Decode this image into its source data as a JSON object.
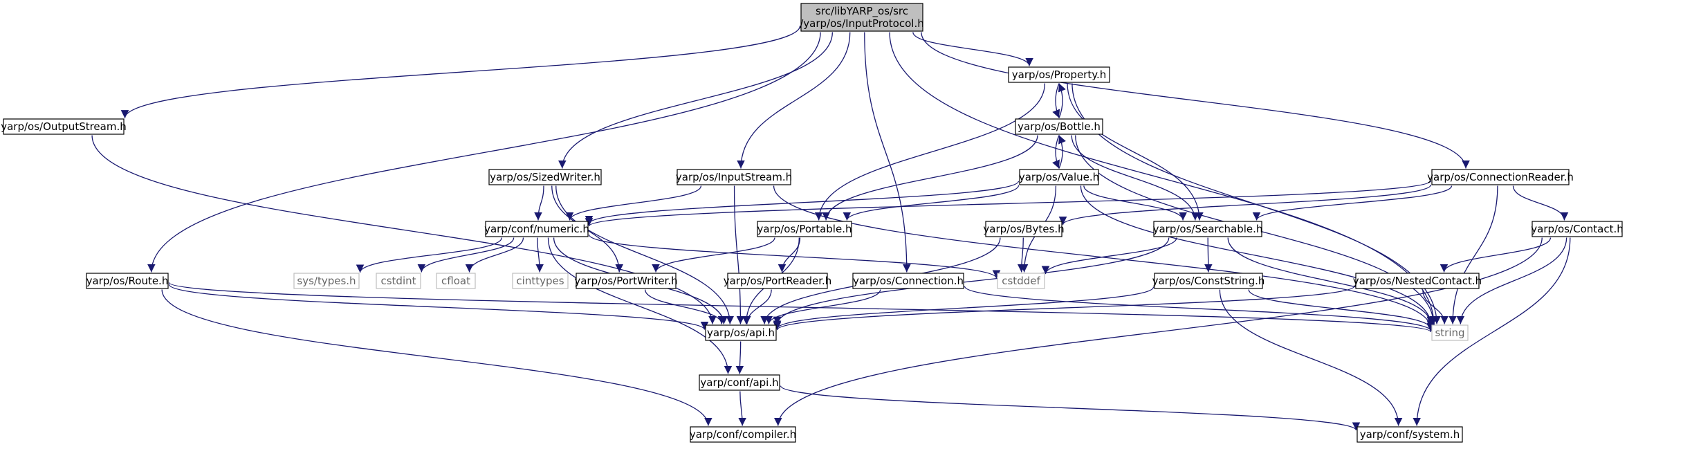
{
  "colors": {
    "edge": "#191970",
    "box_border": "#000000",
    "box_fill": "#ffffff",
    "root_fill": "#bfbfbf",
    "system_border": "#bfbfbf",
    "system_text": "#666666",
    "text": "#000000"
  },
  "nodes": [
    {
      "id": "root",
      "lines": [
        "src/libYARP_os/src",
        "/yarp/os/InputProtocol.h"
      ],
      "kind": "root"
    },
    {
      "id": "property",
      "lines": [
        "yarp/os/Property.h"
      ],
      "kind": "header"
    },
    {
      "id": "bottle",
      "lines": [
        "yarp/os/Bottle.h"
      ],
      "kind": "header"
    },
    {
      "id": "value",
      "lines": [
        "yarp/os/Value.h"
      ],
      "kind": "header"
    },
    {
      "id": "outputstream",
      "lines": [
        "yarp/os/OutputStream.h"
      ],
      "kind": "header"
    },
    {
      "id": "sizedwriter",
      "lines": [
        "yarp/os/SizedWriter.h"
      ],
      "kind": "header"
    },
    {
      "id": "inputstream",
      "lines": [
        "yarp/os/InputStream.h"
      ],
      "kind": "header"
    },
    {
      "id": "connectionreader",
      "lines": [
        "yarp/os/ConnectionReader.h"
      ],
      "kind": "header"
    },
    {
      "id": "numeric",
      "lines": [
        "yarp/conf/numeric.h"
      ],
      "kind": "header"
    },
    {
      "id": "portable",
      "lines": [
        "yarp/os/Portable.h"
      ],
      "kind": "header"
    },
    {
      "id": "bytes",
      "lines": [
        "yarp/os/Bytes.h"
      ],
      "kind": "header"
    },
    {
      "id": "searchable",
      "lines": [
        "yarp/os/Searchable.h"
      ],
      "kind": "header"
    },
    {
      "id": "contact",
      "lines": [
        "yarp/os/Contact.h"
      ],
      "kind": "header"
    },
    {
      "id": "route",
      "lines": [
        "yarp/os/Route.h"
      ],
      "kind": "header"
    },
    {
      "id": "systypes",
      "lines": [
        "sys/types.h"
      ],
      "kind": "system"
    },
    {
      "id": "cstdint",
      "lines": [
        "cstdint"
      ],
      "kind": "system"
    },
    {
      "id": "cfloat",
      "lines": [
        "cfloat"
      ],
      "kind": "system"
    },
    {
      "id": "cinttypes",
      "lines": [
        "cinttypes"
      ],
      "kind": "system"
    },
    {
      "id": "portwriter",
      "lines": [
        "yarp/os/PortWriter.h"
      ],
      "kind": "header"
    },
    {
      "id": "portreader",
      "lines": [
        "yarp/os/PortReader.h"
      ],
      "kind": "header"
    },
    {
      "id": "connection",
      "lines": [
        "yarp/os/Connection.h"
      ],
      "kind": "header"
    },
    {
      "id": "cstddef",
      "lines": [
        "cstddef"
      ],
      "kind": "system"
    },
    {
      "id": "conststring",
      "lines": [
        "yarp/os/ConstString.h"
      ],
      "kind": "header"
    },
    {
      "id": "nestedcontact",
      "lines": [
        "yarp/os/NestedContact.h"
      ],
      "kind": "header"
    },
    {
      "id": "osapi",
      "lines": [
        "yarp/os/api.h"
      ],
      "kind": "header"
    },
    {
      "id": "string",
      "lines": [
        "string"
      ],
      "kind": "system"
    },
    {
      "id": "confapi",
      "lines": [
        "yarp/conf/api.h"
      ],
      "kind": "header"
    },
    {
      "id": "compiler",
      "lines": [
        "yarp/conf/compiler.h"
      ],
      "kind": "header"
    },
    {
      "id": "system",
      "lines": [
        "yarp/conf/system.h"
      ],
      "kind": "header"
    }
  ],
  "edges": [
    [
      "root",
      "property"
    ],
    [
      "root",
      "outputstream"
    ],
    [
      "root",
      "sizedwriter"
    ],
    [
      "root",
      "inputstream"
    ],
    [
      "root",
      "connectionreader"
    ],
    [
      "root",
      "route"
    ],
    [
      "root",
      "connection"
    ],
    [
      "root",
      "string"
    ],
    [
      "property",
      "bottle"
    ],
    [
      "bottle",
      "property"
    ],
    [
      "property",
      "portable"
    ],
    [
      "property",
      "searchable"
    ],
    [
      "property",
      "string"
    ],
    [
      "bottle",
      "value"
    ],
    [
      "value",
      "bottle"
    ],
    [
      "bottle",
      "portable"
    ],
    [
      "bottle",
      "searchable"
    ],
    [
      "bottle",
      "string"
    ],
    [
      "value",
      "numeric"
    ],
    [
      "value",
      "portable"
    ],
    [
      "value",
      "searchable"
    ],
    [
      "value",
      "cstddef"
    ],
    [
      "value",
      "string"
    ],
    [
      "outputstream",
      "osapi"
    ],
    [
      "sizedwriter",
      "numeric"
    ],
    [
      "sizedwriter",
      "portwriter"
    ],
    [
      "sizedwriter",
      "osapi"
    ],
    [
      "inputstream",
      "numeric"
    ],
    [
      "inputstream",
      "osapi"
    ],
    [
      "inputstream",
      "string"
    ],
    [
      "connectionreader",
      "numeric"
    ],
    [
      "connectionreader",
      "bytes"
    ],
    [
      "connectionreader",
      "searchable"
    ],
    [
      "connectionreader",
      "contact"
    ],
    [
      "connectionreader",
      "string"
    ],
    [
      "numeric",
      "systypes"
    ],
    [
      "numeric",
      "cstdint"
    ],
    [
      "numeric",
      "cfloat"
    ],
    [
      "numeric",
      "cinttypes"
    ],
    [
      "numeric",
      "cstddef"
    ],
    [
      "numeric",
      "osapi"
    ],
    [
      "numeric",
      "confapi"
    ],
    [
      "portable",
      "portwriter"
    ],
    [
      "portable",
      "portreader"
    ],
    [
      "portable",
      "osapi"
    ],
    [
      "bytes",
      "cstddef"
    ],
    [
      "bytes",
      "osapi"
    ],
    [
      "searchable",
      "cstddef"
    ],
    [
      "searchable",
      "conststring"
    ],
    [
      "searchable",
      "osapi"
    ],
    [
      "searchable",
      "string"
    ],
    [
      "contact",
      "nestedcontact"
    ],
    [
      "contact",
      "string"
    ],
    [
      "contact",
      "compiler"
    ],
    [
      "contact",
      "system"
    ],
    [
      "route",
      "osapi"
    ],
    [
      "route",
      "string"
    ],
    [
      "route",
      "compiler"
    ],
    [
      "portwriter",
      "osapi"
    ],
    [
      "portreader",
      "osapi"
    ],
    [
      "connection",
      "osapi"
    ],
    [
      "connection",
      "string"
    ],
    [
      "conststring",
      "osapi"
    ],
    [
      "conststring",
      "string"
    ],
    [
      "conststring",
      "system"
    ],
    [
      "nestedcontact",
      "osapi"
    ],
    [
      "nestedcontact",
      "string"
    ],
    [
      "osapi",
      "confapi"
    ],
    [
      "confapi",
      "compiler"
    ],
    [
      "confapi",
      "system"
    ]
  ]
}
